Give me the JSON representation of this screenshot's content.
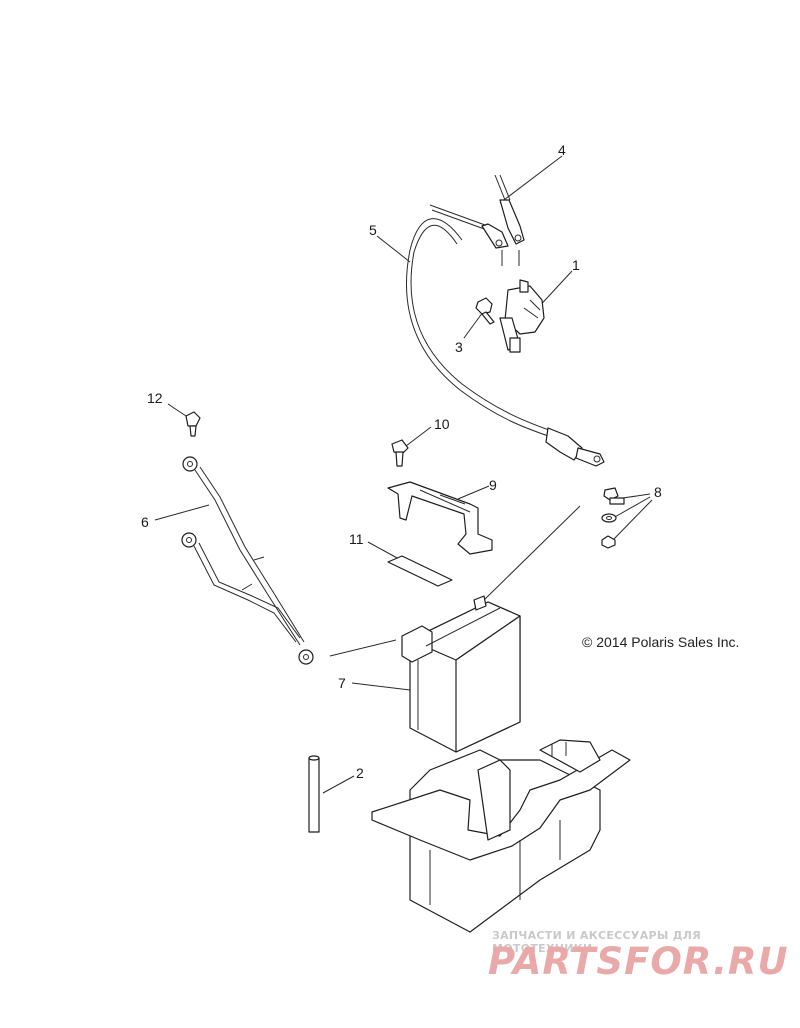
{
  "diagram": {
    "copyright": "© 2014 Polaris Sales Inc.",
    "callouts": [
      {
        "id": "1",
        "label": "1"
      },
      {
        "id": "2",
        "label": "2"
      },
      {
        "id": "3",
        "label": "3"
      },
      {
        "id": "4",
        "label": "4"
      },
      {
        "id": "5",
        "label": "5"
      },
      {
        "id": "6",
        "label": "6"
      },
      {
        "id": "7",
        "label": "7"
      },
      {
        "id": "8",
        "label": "8"
      },
      {
        "id": "9",
        "label": "9"
      },
      {
        "id": "10",
        "label": "10"
      },
      {
        "id": "11",
        "label": "11"
      },
      {
        "id": "12",
        "label": "12"
      }
    ]
  },
  "watermark": {
    "tagline": "ЗАПЧАСТИ И АКСЕССУАРЫ ДЛЯ МОТОТЕХНИКИ",
    "logo": "PARTSFOR.RU",
    "color": "#e9a9a9"
  }
}
